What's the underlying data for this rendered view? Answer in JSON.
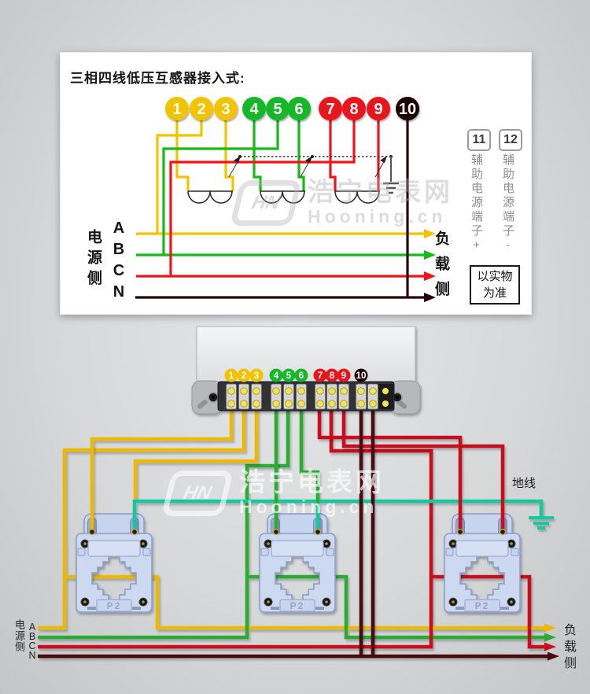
{
  "title": "三相四线低压互感器接入式:",
  "watermark": {
    "logo": "HN",
    "name": "浩宁电表网",
    "domain": "Hooning.cn"
  },
  "terminals": [
    {
      "num": "1",
      "color": "#f2c400"
    },
    {
      "num": "2",
      "color": "#f2c400"
    },
    {
      "num": "3",
      "color": "#f2c400"
    },
    {
      "num": "4",
      "color": "#17b829"
    },
    {
      "num": "5",
      "color": "#17b829"
    },
    {
      "num": "6",
      "color": "#17b829"
    },
    {
      "num": "7",
      "color": "#e8151d"
    },
    {
      "num": "8",
      "color": "#e8151d"
    },
    {
      "num": "9",
      "color": "#e8151d"
    },
    {
      "num": "10",
      "color": "#1c0406"
    }
  ],
  "aux_terminals": [
    {
      "num": "11",
      "label": "辅助电源端子+"
    },
    {
      "num": "12",
      "label": "辅助电源端子-"
    }
  ],
  "labels": {
    "source_side": "电源侧",
    "load_side": "负载侧",
    "phases": [
      "A",
      "B",
      "C",
      "N"
    ],
    "ground": "地线",
    "ct_plate": "P2",
    "note": "以实物为准"
  },
  "wire_colors": {
    "phase_a": "#f2c400",
    "phase_b": "#14bb14",
    "phase_c": "#ee1518",
    "neutral": "#250508",
    "bottom_a": "#edb900",
    "bottom_b": "#2cab32",
    "bottom_c": "#c9101e",
    "bottom_n": "#46090e",
    "ground": "#16c89e"
  }
}
